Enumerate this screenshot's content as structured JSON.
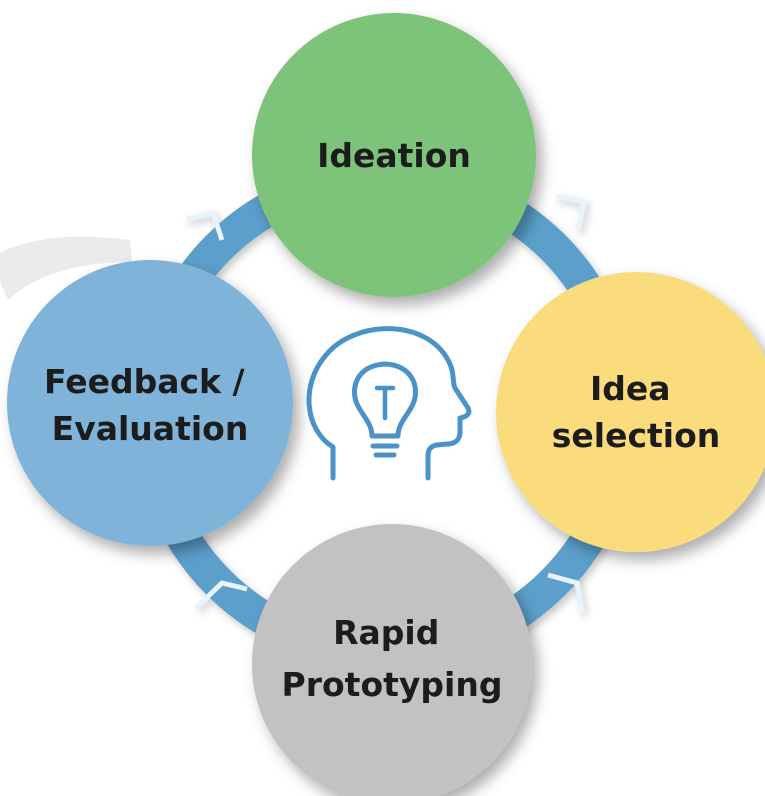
{
  "stages": {
    "ideation": {
      "lines": [
        "Ideation"
      ],
      "color": "#7dc47a"
    },
    "selection": {
      "lines": [
        "Idea",
        "selection"
      ],
      "color": "#fadc7c"
    },
    "prototyping": {
      "lines": [
        "Rapid",
        "Prototyping"
      ],
      "color": "#c2c2c2"
    },
    "feedback": {
      "lines": [
        "Feedback /",
        "Evaluation"
      ],
      "color": "#7fb3d9"
    }
  },
  "cycle": {
    "ring_color": "#5b9fcb",
    "direction": "clockwise",
    "center_icon": "head-lightbulb-icon",
    "icon_color": "#4a92c8"
  }
}
